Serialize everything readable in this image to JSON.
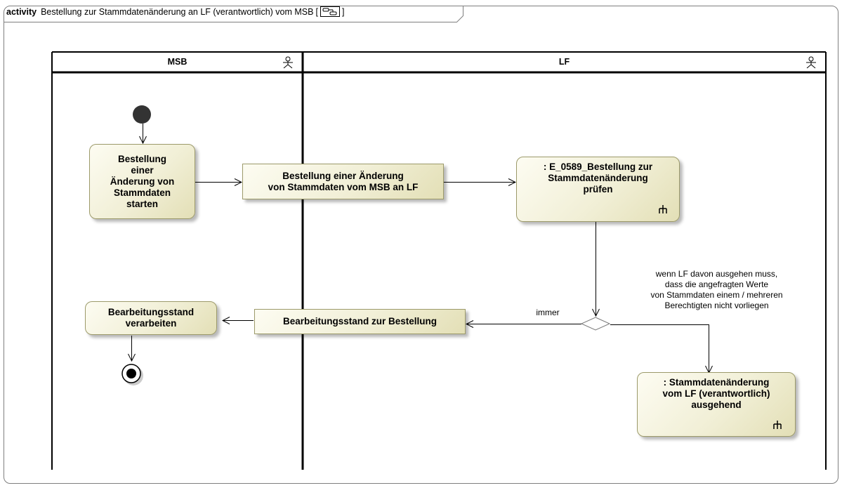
{
  "frame": {
    "keyword": "activity",
    "title": "Bestellung zur Stammdatenänderung an LF (verantwortlich) vom MSB",
    "bracket_open": "[",
    "bracket_close": "]",
    "icon": "activity-diagram-icon"
  },
  "lanes": [
    {
      "name": "MSB",
      "icon": "actor-icon"
    },
    {
      "name": "LF",
      "icon": "actor-icon"
    }
  ],
  "nodes": {
    "start_order": "Bestellung\neiner\nÄnderung von\nStammdaten\nstarten",
    "object_order": "Bestellung einer Änderung\nvon Stammdaten vom MSB an LF",
    "check_order": ": E_0589_Bestellung zur\nStammdatenänderung\nprüfen",
    "process_status": "Bearbeitungsstand\nverarbeiten",
    "object_status": "Bearbeitungsstand zur Bestellung",
    "change_from_lf": ": Stammdatenänderung\nvom LF (verantwortlich)\nausgehend"
  },
  "guards": {
    "always": "immer",
    "condition": "wenn LF davon ausgehen muss,\ndass die angefragten Werte\nvon Stammdaten einem / mehreren\nBerechtigten nicht vorliegen"
  },
  "icons": {
    "call_behavior": "rake-icon",
    "initial": "initial-node",
    "final": "activity-final-node",
    "decision": "decision-node"
  },
  "colors": {
    "node_fill": "#f1efd6",
    "node_border": "#9c9a6a",
    "line": "#000000",
    "decision_fill": "#ffffff"
  }
}
